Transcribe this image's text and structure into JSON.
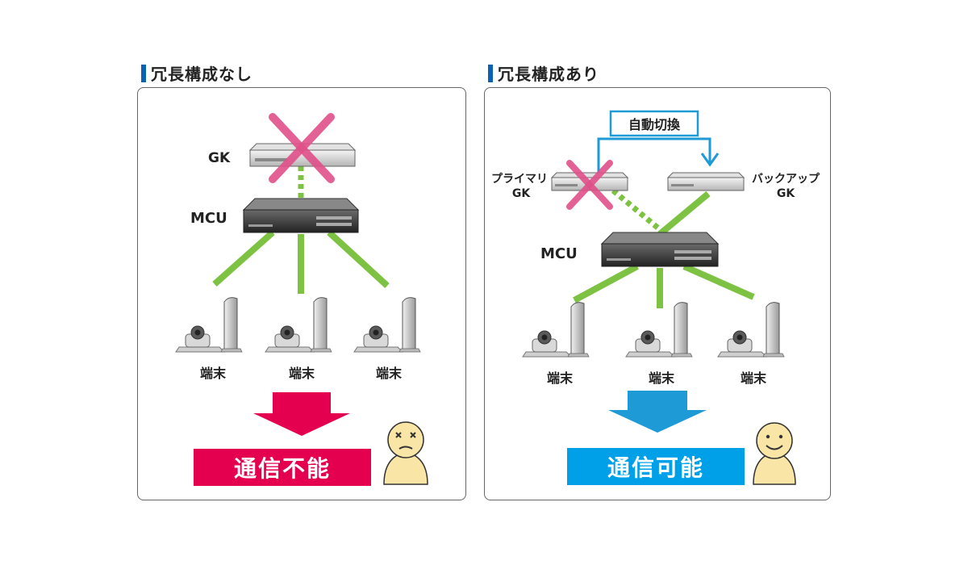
{
  "left": {
    "title": "冗長構成なし",
    "gk_label": "GK",
    "mcu_label": "MCU",
    "terminals": [
      "端末",
      "端末",
      "端末"
    ],
    "result": "通信不能",
    "result_color": "#e5004f"
  },
  "right": {
    "title": "冗長構成あり",
    "auto_switch": "自動切換",
    "primary_gk_line1": "プライマリ",
    "primary_gk_line2": "GK",
    "backup_gk_line1": "バックアップ",
    "backup_gk_line2": "GK",
    "mcu_label": "MCU",
    "terminals": [
      "端末",
      "端末",
      "端末"
    ],
    "result": "通信可能",
    "result_color": "#00a0e9"
  },
  "colors": {
    "link_green": "#7dc242",
    "cross_pink": "#e0508a",
    "switch_blue": "#1e9ad6",
    "face_fill": "#f9e6a6"
  }
}
